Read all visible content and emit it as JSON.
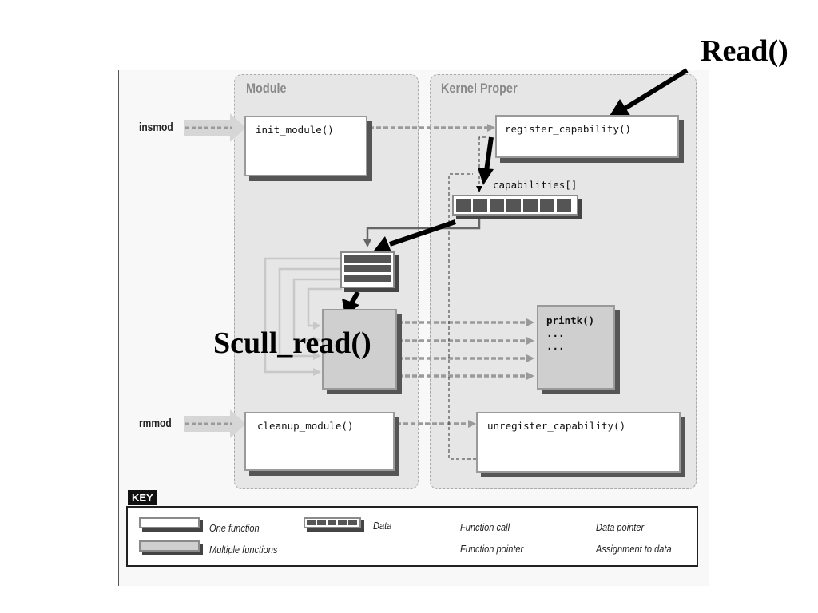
{
  "diagram": {
    "regions": {
      "module": "Module",
      "kernel": "Kernel Proper"
    },
    "commands": {
      "insmod": "insmod",
      "rmmod": "rmmod"
    },
    "functions": {
      "init_module": "init_module()",
      "register_capability": "register_capability()",
      "capabilities": "capabilities[]",
      "printk": "printk()",
      "dots1": "...",
      "dots2": "...",
      "cleanup_module": "cleanup_module()",
      "unregister_capability": "unregister_capability()"
    },
    "annotations": {
      "read": "Read()",
      "scull_read": "Scull_read()"
    },
    "key": {
      "title": "KEY",
      "one_function": "One function",
      "multiple_functions": "Multiple functions",
      "data": "Data",
      "function_call": "Function call",
      "function_pointer": "Function pointer",
      "data_pointer": "Data pointer",
      "assignment_to_data": "Assignment to data"
    },
    "colors": {
      "call_arrow": "#9a9a9a",
      "pointer_arrow": "#c8c8c8",
      "data_fill": "#555555",
      "annotation_arrow": "#000000"
    }
  }
}
